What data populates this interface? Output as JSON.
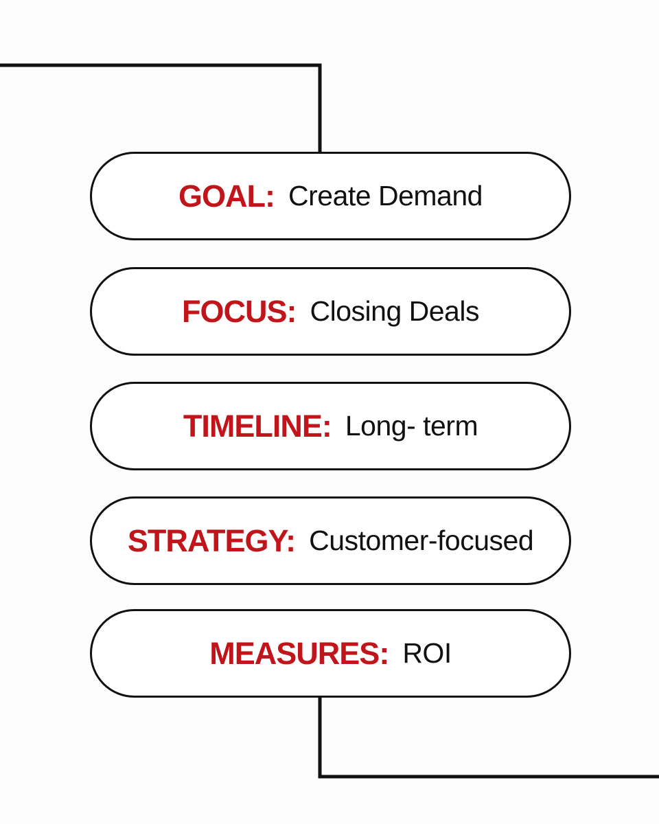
{
  "colors": {
    "label": "#c0151a",
    "value": "#111111",
    "outline": "#111111",
    "background": "#fdfdfd"
  },
  "items": [
    {
      "label": "GOAL:",
      "value": "Create Demand"
    },
    {
      "label": "FOCUS:",
      "value": "Closing Deals"
    },
    {
      "label": "TIMELINE:",
      "value": "Long- term"
    },
    {
      "label": "STRATEGY:",
      "value": "Customer-focused"
    },
    {
      "label": "MEASURES:",
      "value": "ROI"
    }
  ]
}
